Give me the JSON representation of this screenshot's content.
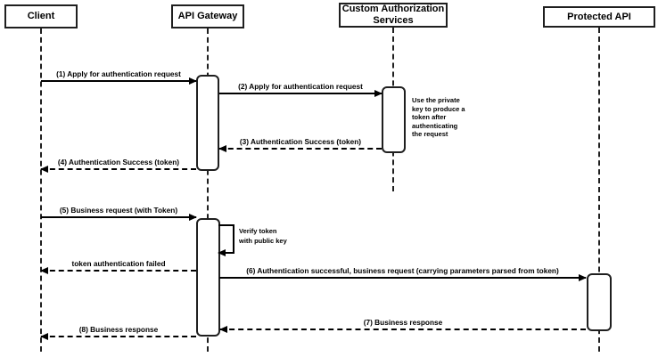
{
  "diagram": {
    "type": "sequence-diagram",
    "actors": [
      {
        "id": "client",
        "name": "Client"
      },
      {
        "id": "api-gateway",
        "name": "API Gateway"
      },
      {
        "id": "custom-authorization-services",
        "name": "Custom Authorization Services"
      },
      {
        "id": "protected-api",
        "name": "Protected API"
      }
    ],
    "messages": [
      {
        "label": "(1) Apply for authentication request",
        "from": "Client",
        "to": "API Gateway",
        "style": "solid"
      },
      {
        "label": "(2) Apply for authentication request",
        "from": "API Gateway",
        "to": "Custom Authorization Services",
        "style": "solid"
      },
      {
        "label": "(3) Authentication Success (token)",
        "from": "Custom Authorization Services",
        "to": "API Gateway",
        "style": "dashed"
      },
      {
        "label": "(4) Authentication Success (token)",
        "from": "API Gateway",
        "to": "Client",
        "style": "dashed"
      },
      {
        "label": "(5) Business request (with Token)",
        "from": "Client",
        "to": "API Gateway",
        "style": "solid"
      },
      {
        "label": "token authentication failed",
        "from": "API Gateway",
        "to": "Client",
        "style": "dashed"
      },
      {
        "label": "(6) Authentication successful, business request (carrying parameters parsed from token)",
        "from": "API Gateway",
        "to": "Protected API",
        "style": "solid"
      },
      {
        "label": "(7) Business response",
        "from": "Protected API",
        "to": "API Gateway",
        "style": "dashed"
      },
      {
        "label": "(8) Business response",
        "from": "API Gateway",
        "to": "Client",
        "style": "dashed"
      }
    ],
    "self_message": {
      "on": "API Gateway",
      "lines": [
        "Verify token",
        "with public key"
      ]
    },
    "note": {
      "beside": "Custom Authorization Services",
      "lines": [
        "Use the private",
        "key to produce a",
        "token after",
        "authenticating",
        "the request"
      ]
    },
    "colors": {
      "stroke": "#000000",
      "box_stroke": "#1f1f1f",
      "fill": "#ffffff",
      "text": "#000000",
      "background": "#ffffff"
    }
  }
}
